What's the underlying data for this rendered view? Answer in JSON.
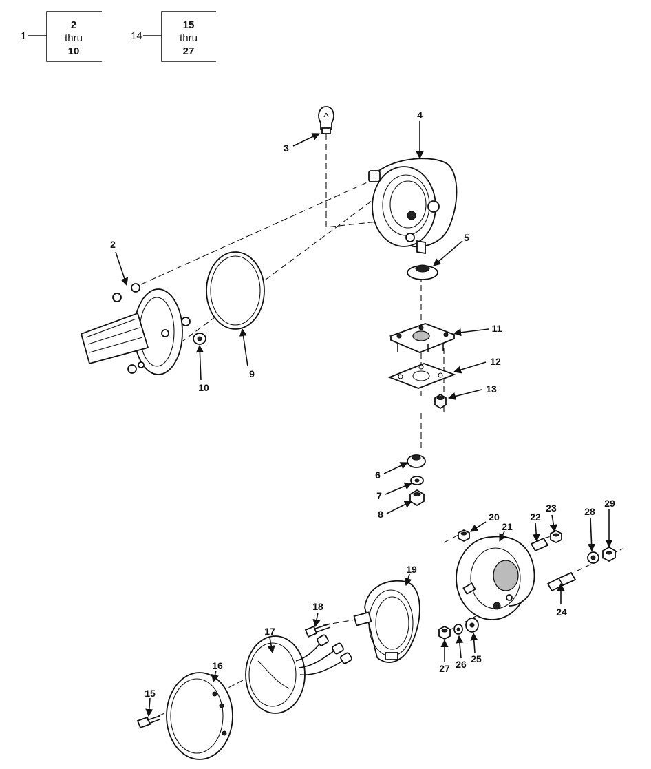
{
  "groups": [
    {
      "ref": "1",
      "top": "2",
      "mid": "thru",
      "bottom": "10"
    },
    {
      "ref": "14",
      "top": "15",
      "mid": "thru",
      "bottom": "27"
    }
  ],
  "callouts": {
    "c2": "2",
    "c3": "3",
    "c4": "4",
    "c5": "5",
    "c6": "6",
    "c7": "7",
    "c8": "8",
    "c9": "9",
    "c10": "10",
    "c11": "11",
    "c12": "12",
    "c13": "13",
    "c15": "15",
    "c16": "16",
    "c17": "17",
    "c18": "18",
    "c19": "19",
    "c20": "20",
    "c21": "21",
    "c22": "22",
    "c23": "23",
    "c24": "24",
    "c25": "25",
    "c26": "26",
    "c27": "27",
    "c28": "28",
    "c29": "29"
  }
}
